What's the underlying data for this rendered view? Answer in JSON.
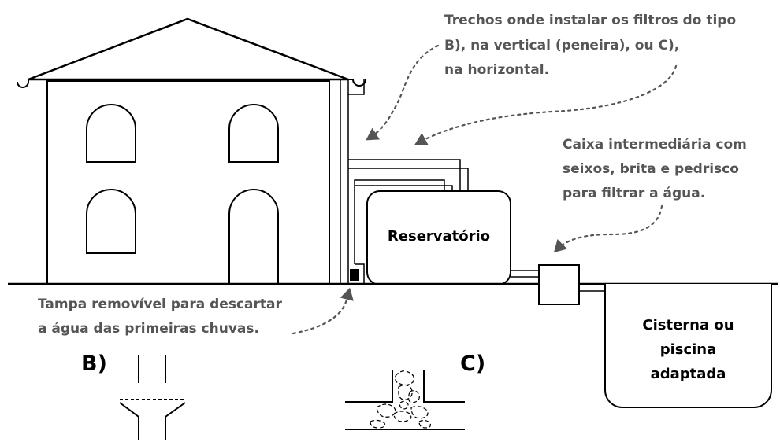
{
  "annotations": {
    "filters_line1": "Trechos onde instalar os filtros do tipo",
    "filters_line2": "B), na vertical (peneira), ou C),",
    "filters_line3": "na horizontal.",
    "box_line1": "Caixa intermediária com",
    "box_line2": "seixos, brita e pedrisco",
    "box_line3": "para filtrar a água.",
    "cap_line1": "Tampa removível para descartar",
    "cap_line2": "a água das primeiras chuvas."
  },
  "labels": {
    "reservoir": "Reservatório",
    "cistern_line1": "Cisterna ou",
    "cistern_line2": "piscina",
    "cistern_line3": "adaptada",
    "filter_b": "B)",
    "filter_c": "C)"
  },
  "colors": {
    "line": "#000000",
    "annotation_text": "#555555",
    "arrow": "#555555"
  }
}
